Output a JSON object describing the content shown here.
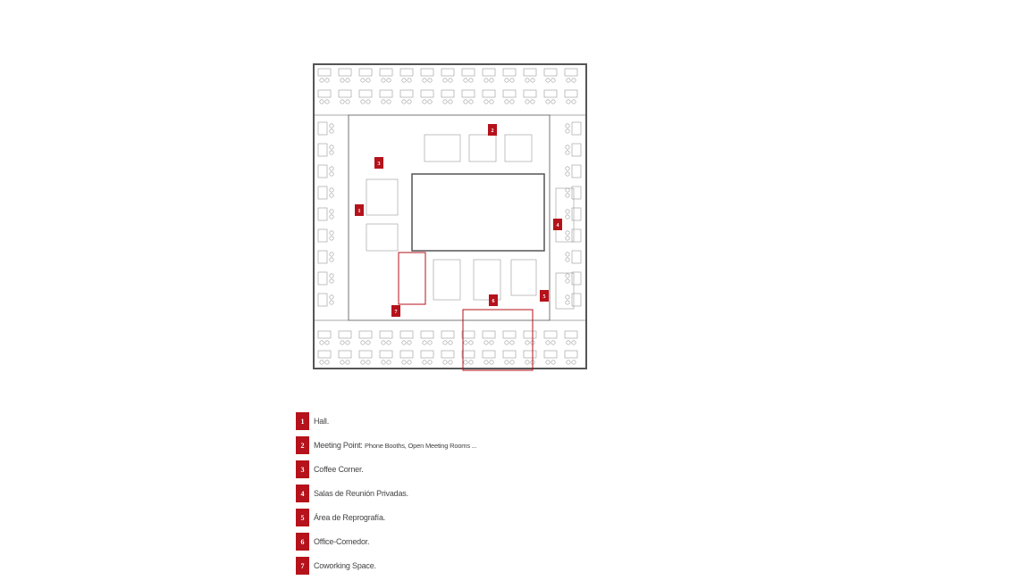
{
  "legend": [
    {
      "number": "1",
      "label": "Hall."
    },
    {
      "number": "2",
      "label": "Meeting Point: ",
      "detail": "Phone Booths, Open Meeting Rooms ..."
    },
    {
      "number": "3",
      "label": "Coffee Corner."
    },
    {
      "number": "4",
      "label": "Salas de Reunión Privadas."
    },
    {
      "number": "5",
      "label": "Área de Reprografía."
    },
    {
      "number": "6",
      "label": "Office-Comedor."
    },
    {
      "number": "7",
      "label": "Coworking Space."
    }
  ],
  "plan_markers": [
    {
      "number": "1"
    },
    {
      "number": "2"
    },
    {
      "number": "3"
    },
    {
      "number": "4"
    },
    {
      "number": "5"
    },
    {
      "number": "6"
    },
    {
      "number": "7"
    }
  ],
  "colors": {
    "accent": "#b5121b",
    "wall": "#555555",
    "furniture": "#9a9a9a"
  }
}
